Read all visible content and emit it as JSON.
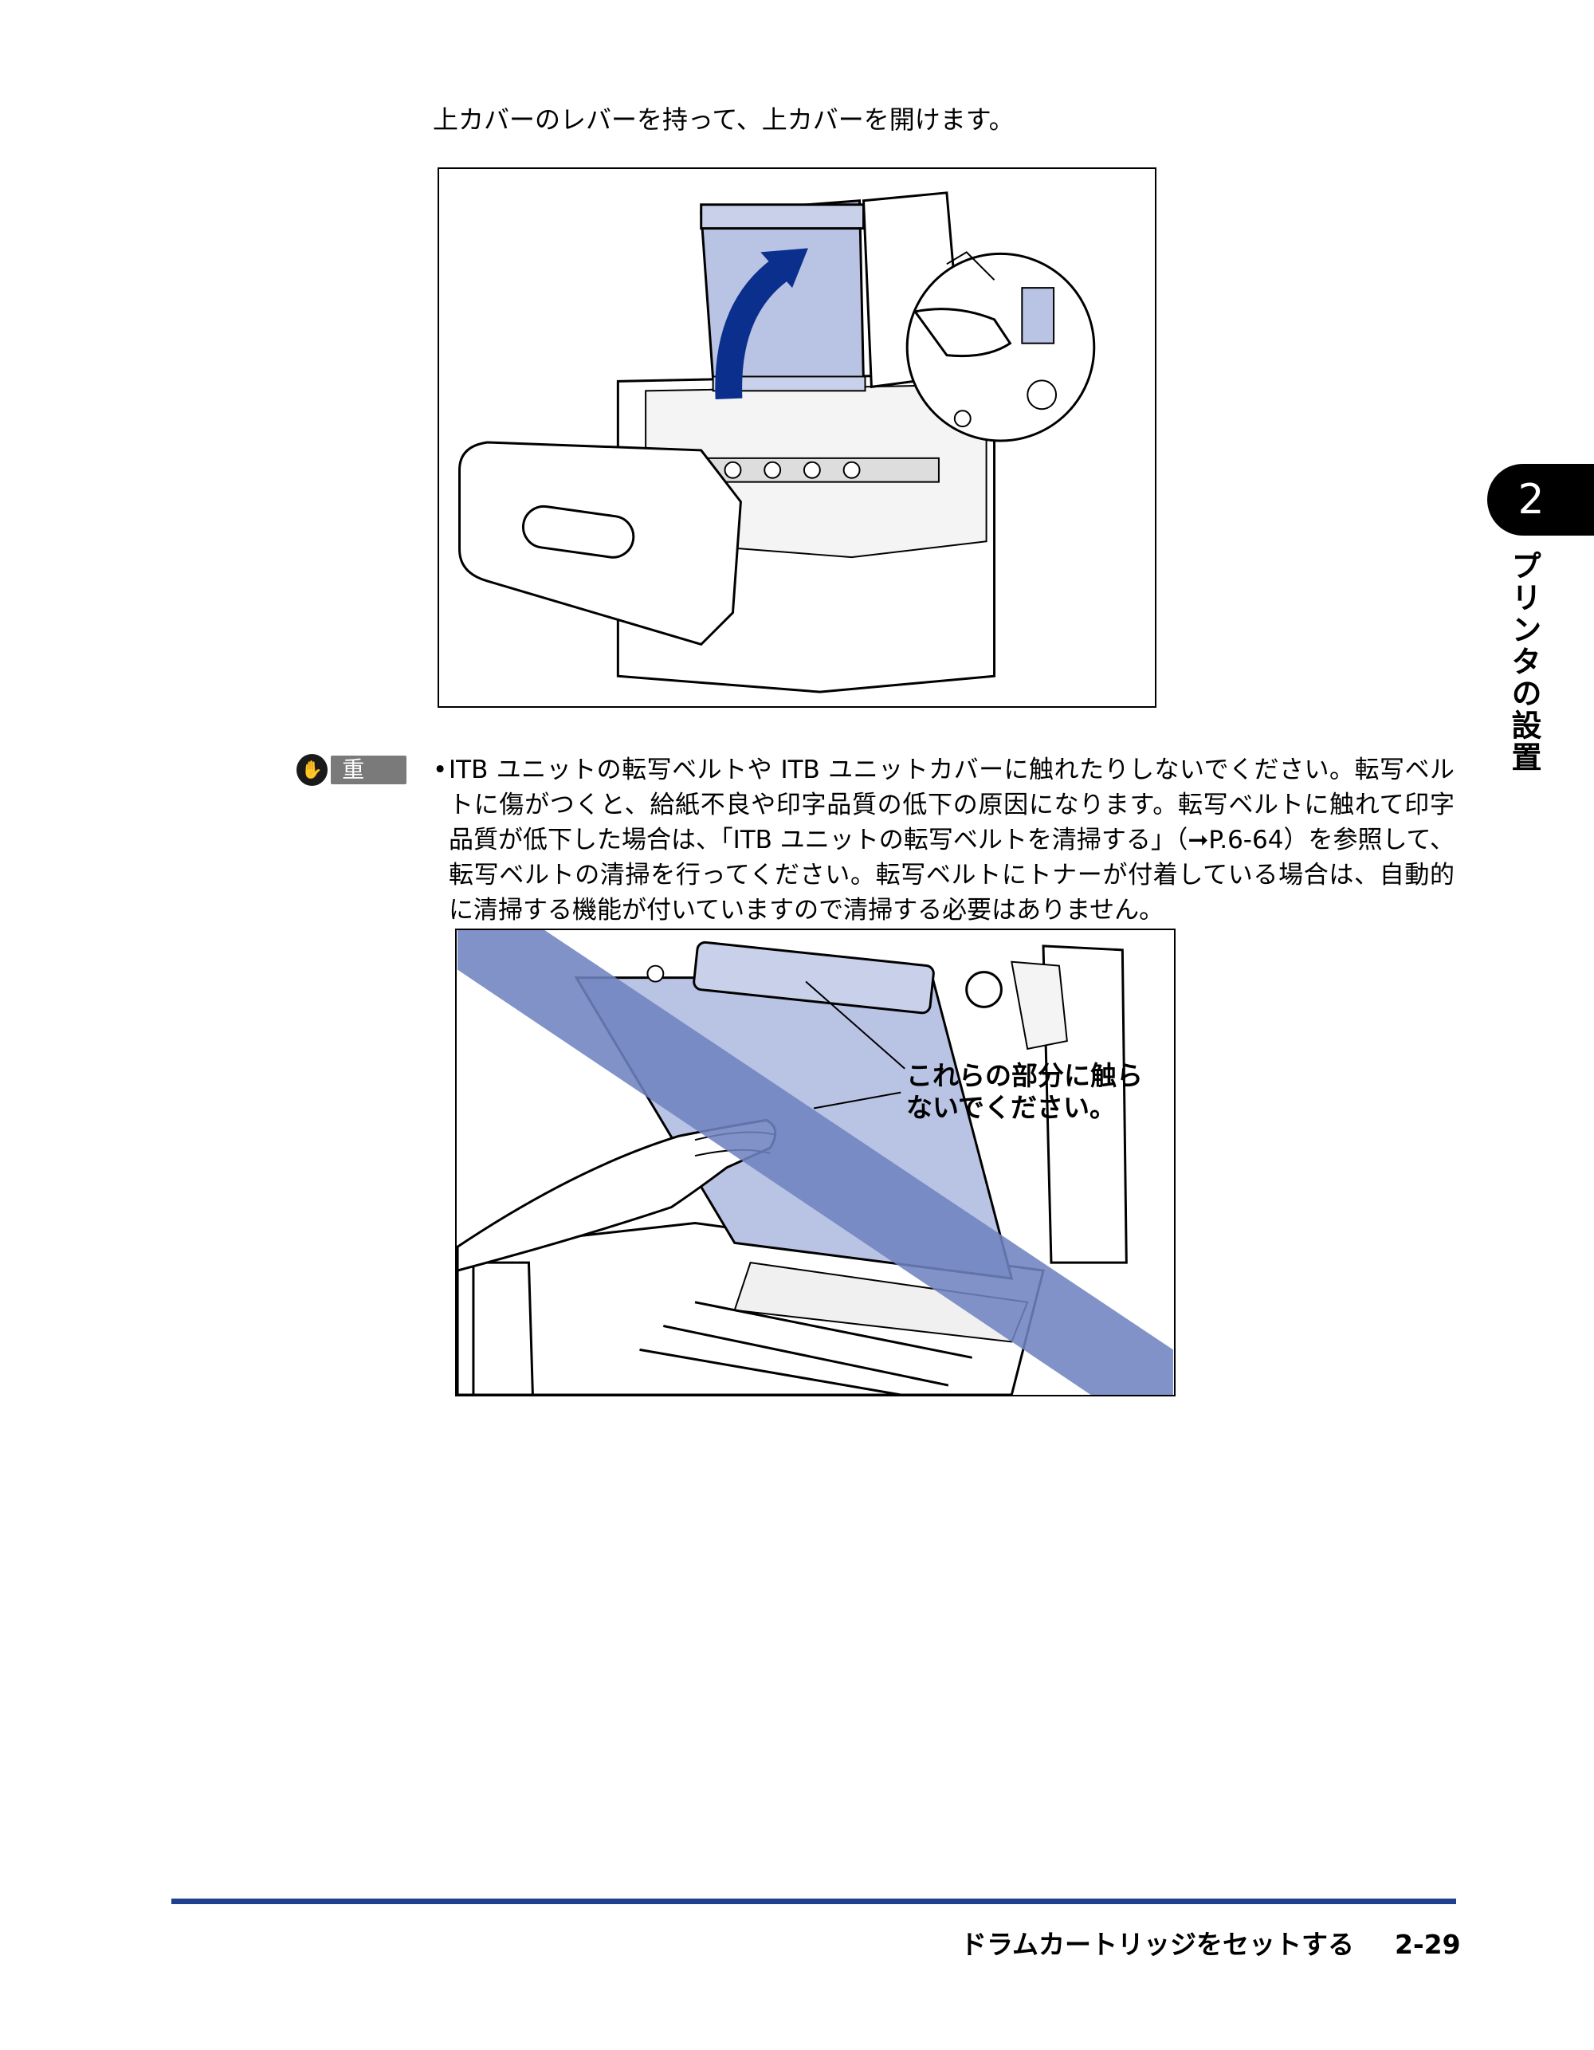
{
  "step": {
    "instruction": "上カバーのレバーを持って、上カバーを開けます。"
  },
  "important": {
    "badge_icon": "hand-stop-icon",
    "badge_label": "重要",
    "bullet": "•",
    "text": "ITB ユニットの転写ベルトや ITB ユニットカバーに触れたりしないでください。転写ベルトに傷がつくと、給紙不良や印字品質の低下の原因になります。転写ベルトに触れて印字品質が低下した場合は、「ITB ユニットの転写ベルトを清掃する」（➞P.6-64）を参照して、転写ベルトの清掃を行ってください。転写ベルトにトナーが付着している場合は、自動的に清掃する機能が付いていますので清掃する必要はありません。"
  },
  "figure2": {
    "callout": "これらの部分に触ら\nないでください。"
  },
  "side": {
    "chapter_number": "2",
    "chapter_title": "プリンタの設置"
  },
  "footer": {
    "section_title": "ドラムカートリッジをセットする",
    "page_number": "2-29"
  },
  "colors": {
    "accent_blue": "#1f3f8f",
    "belt_fill": "#b9c3e3",
    "prohibition_band": "#6f83c0",
    "arrow": "#0b2f8c"
  }
}
